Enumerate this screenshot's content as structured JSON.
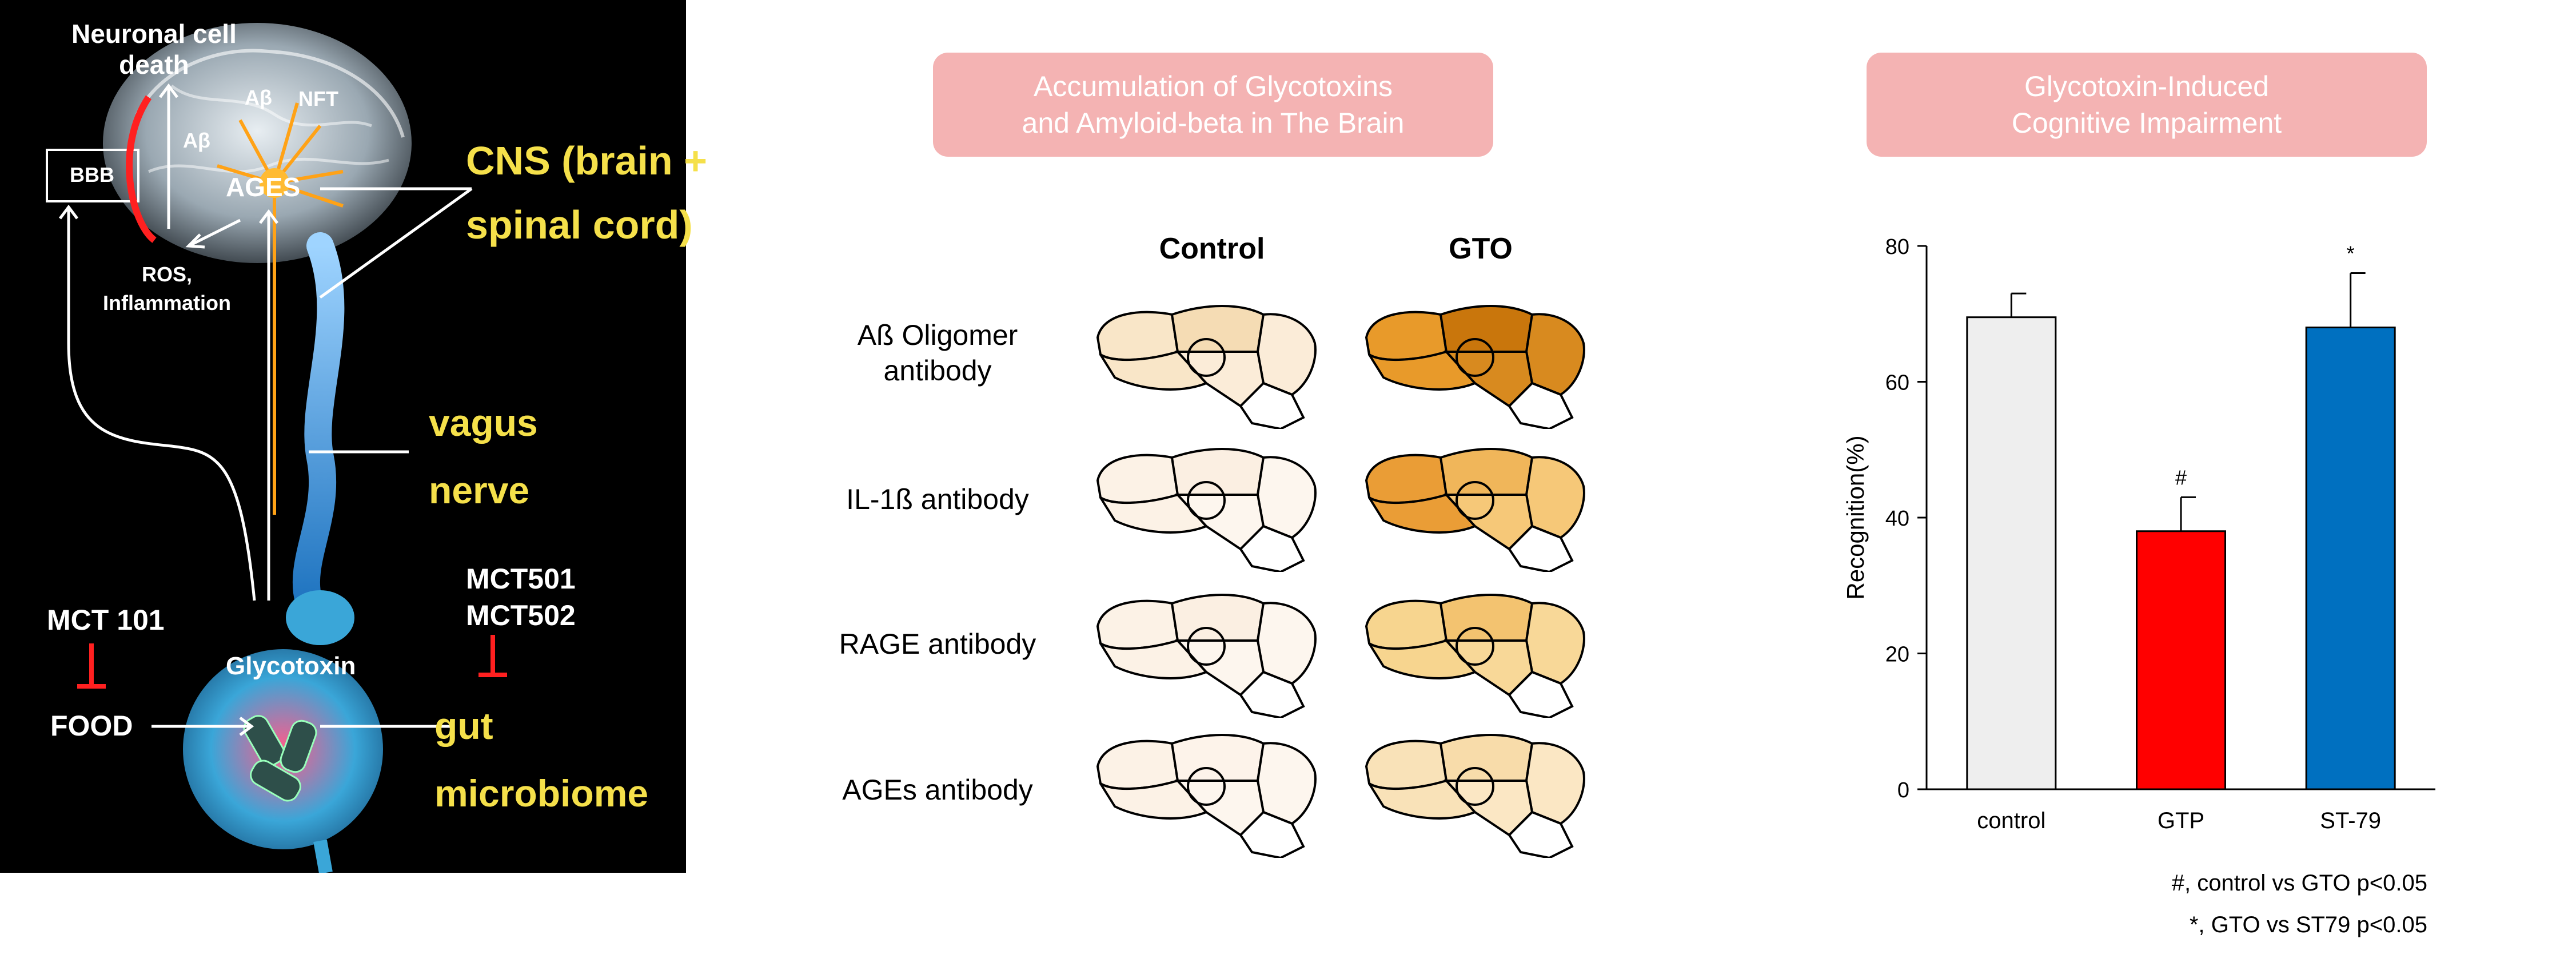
{
  "left_panel": {
    "labels": {
      "neuronal_cell_death": "Neuronal cell\ndeath",
      "abeta_top": "Aβ",
      "nft": "NFT",
      "abeta_left": "Aβ",
      "bbb": "BBB",
      "ages": "AGES",
      "ros": "ROS,\nInflammation",
      "cns": "CNS (brain +\nspinal cord)",
      "vagus": "vagus\nnerve",
      "mct101": "MCT 101",
      "mct501": "MCT501\nMCT502",
      "glycotoxin": "Glycotoxin",
      "food": "FOOD",
      "gut": "gut\nmicrobiome"
    }
  },
  "middle": {
    "header": "Accumulation of Glycotoxins\nand Amyloid-beta in The Brain",
    "columns": [
      "Control",
      "GTO"
    ],
    "rows": [
      {
        "label": "Aß Oligomer\nantibody",
        "control_colors": [
          "#f5dcb4",
          "#fbecd8",
          "#f9e6c8"
        ],
        "gto_colors": [
          "#c9760c",
          "#d88a1f",
          "#e89a2a"
        ]
      },
      {
        "label": "IL-1ß antibody",
        "control_colors": [
          "#fbefe2",
          "#fdf6ee",
          "#fcf2e6"
        ],
        "gto_colors": [
          "#f0b65a",
          "#f6c878",
          "#ea9d36"
        ]
      },
      {
        "label": "RAGE antibody",
        "control_colors": [
          "#fbefe2",
          "#fdf6ee",
          "#fcf2e6"
        ],
        "gto_colors": [
          "#f3c370",
          "#f8d898",
          "#f7d58f"
        ]
      },
      {
        "label": "AGEs antibody",
        "control_colors": [
          "#fdf3ea",
          "#fdf6ee",
          "#fcf2e6"
        ],
        "gto_colors": [
          "#f8dcaa",
          "#fbe7c4",
          "#f9e2b8"
        ]
      }
    ]
  },
  "right": {
    "header": "Glycotoxin-Induced\nCognitive Impairment",
    "footnotes": [
      "#, control vs GTO p<0.05",
      "*, GTO vs ST79 p<0.05"
    ]
  },
  "chart_data": {
    "type": "bar",
    "categories": [
      "control",
      "GTP",
      "ST-79"
    ],
    "values": [
      69.5,
      38,
      68
    ],
    "errors": [
      3.5,
      5,
      8
    ],
    "annotations": [
      "",
      "#",
      "*"
    ],
    "colors": [
      "#eeeeee",
      "#ff0000",
      "#0070c0"
    ],
    "ylabel": "Recognition(%)",
    "ylim": [
      0,
      80
    ],
    "yticks": [
      0,
      20,
      40,
      60,
      80
    ],
    "grid": false
  }
}
